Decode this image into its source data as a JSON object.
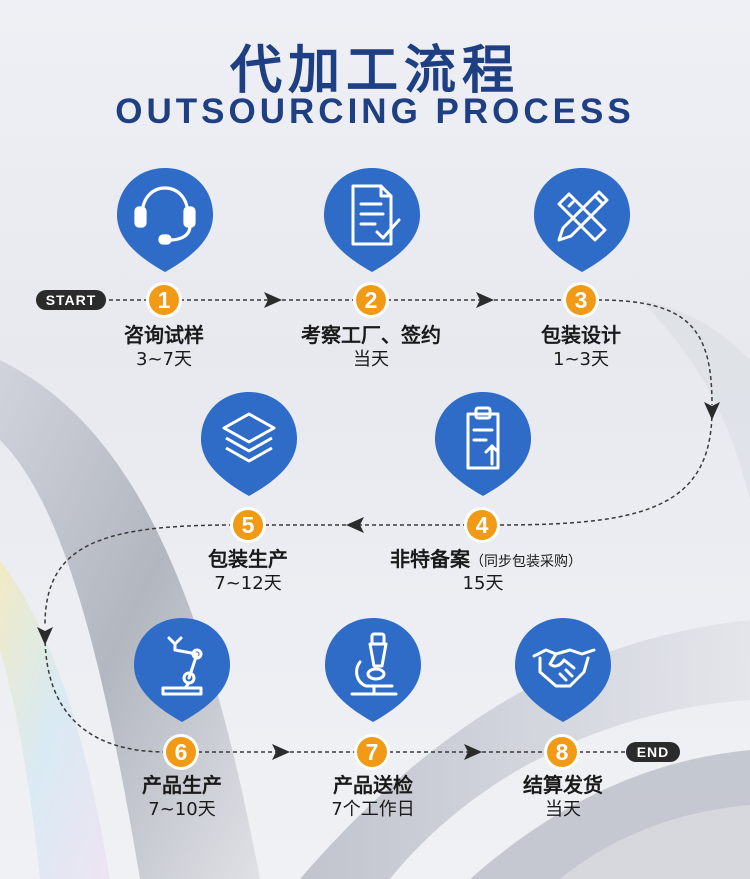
{
  "header": {
    "title_cn": "代加工流程",
    "title_en": "OUTSOURCING PROCESS"
  },
  "flow": {
    "start_label": "START",
    "end_label": "END"
  },
  "colors": {
    "primary_blue": "#2e6cc8",
    "accent_orange": "#f09a16",
    "title_navy": "#1f3f83"
  },
  "steps": [
    {
      "number": "1",
      "title": "咨询试样",
      "note": "",
      "duration": "3~7天",
      "icon": "headset-icon"
    },
    {
      "number": "2",
      "title": "考察工厂、签约",
      "note": "",
      "duration": "当天",
      "icon": "contract-document-icon"
    },
    {
      "number": "3",
      "title": "包装设计",
      "note": "",
      "duration": "1~3天",
      "icon": "design-tools-icon"
    },
    {
      "number": "4",
      "title": "非特备案",
      "note": "（同步包装采购）",
      "duration": "15天",
      "icon": "clipboard-upload-icon"
    },
    {
      "number": "5",
      "title": "包装生产",
      "note": "",
      "duration": "7~12天",
      "icon": "layers-icon"
    },
    {
      "number": "6",
      "title": "产品生产",
      "note": "",
      "duration": "7~10天",
      "icon": "robot-arm-icon"
    },
    {
      "number": "7",
      "title": "产品送检",
      "note": "",
      "duration": "7个工作日",
      "icon": "microscope-icon"
    },
    {
      "number": "8",
      "title": "结算发货",
      "note": "",
      "duration": "当天",
      "icon": "handshake-icon"
    }
  ]
}
